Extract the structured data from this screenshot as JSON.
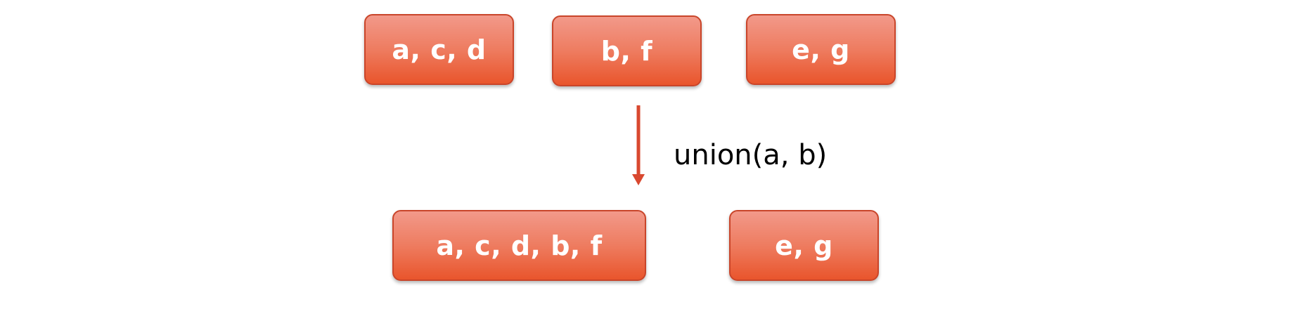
{
  "diagram": {
    "before_sets": [
      {
        "label": "a, c, d"
      },
      {
        "label": "b, f"
      },
      {
        "label": "e, g"
      }
    ],
    "operation_label": "union(a, b)",
    "after_sets": [
      {
        "label": "a, c, d, b, f"
      },
      {
        "label": "e, g"
      }
    ]
  },
  "colors": {
    "box_top": "#f2998a",
    "box_bottom": "#e9552c",
    "box_border": "#c9452a",
    "arrow": "#d9482f",
    "label_text": "#ffffff",
    "operation_text": "#000000"
  }
}
